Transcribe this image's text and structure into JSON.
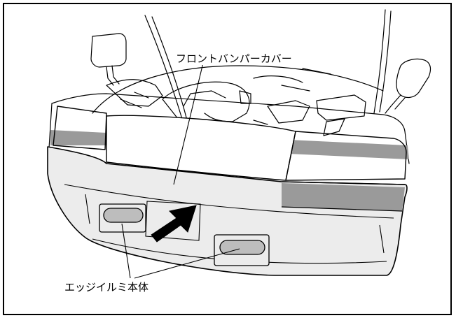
{
  "labels": {
    "front_bumper_cover": "フロントバンパーカバー",
    "edge_illumi_body": "エッジイルミ本体"
  },
  "colors": {
    "line": "#000000",
    "gray_band": "#9a9a9a",
    "bumper_fill": "#ececec",
    "arrow": "#000000"
  },
  "icons": {
    "arrow": "push-direction-arrow"
  }
}
